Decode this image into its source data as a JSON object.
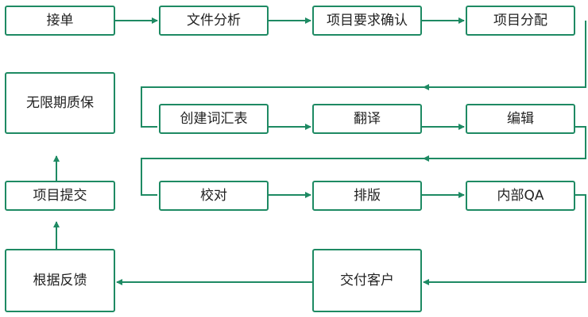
{
  "steps": {
    "accept_order": "接单",
    "file_analysis": "文件分析",
    "confirm_requirements": "项目要求确认",
    "project_assignment": "项目分配",
    "create_glossary": "创建词汇表",
    "translation": "翻译",
    "editing": "编辑",
    "proofreading": "校对",
    "typesetting": "排版",
    "internal_qa": "内部QA",
    "deliver_to_client": "交付客户",
    "revise_per_feedback": "根据反馈",
    "project_submission": "项目提交",
    "lifetime_warranty": "无限期质保"
  },
  "colors": {
    "line": "#1e8a63",
    "box_border": "#1e8a63",
    "text": "#222222"
  }
}
